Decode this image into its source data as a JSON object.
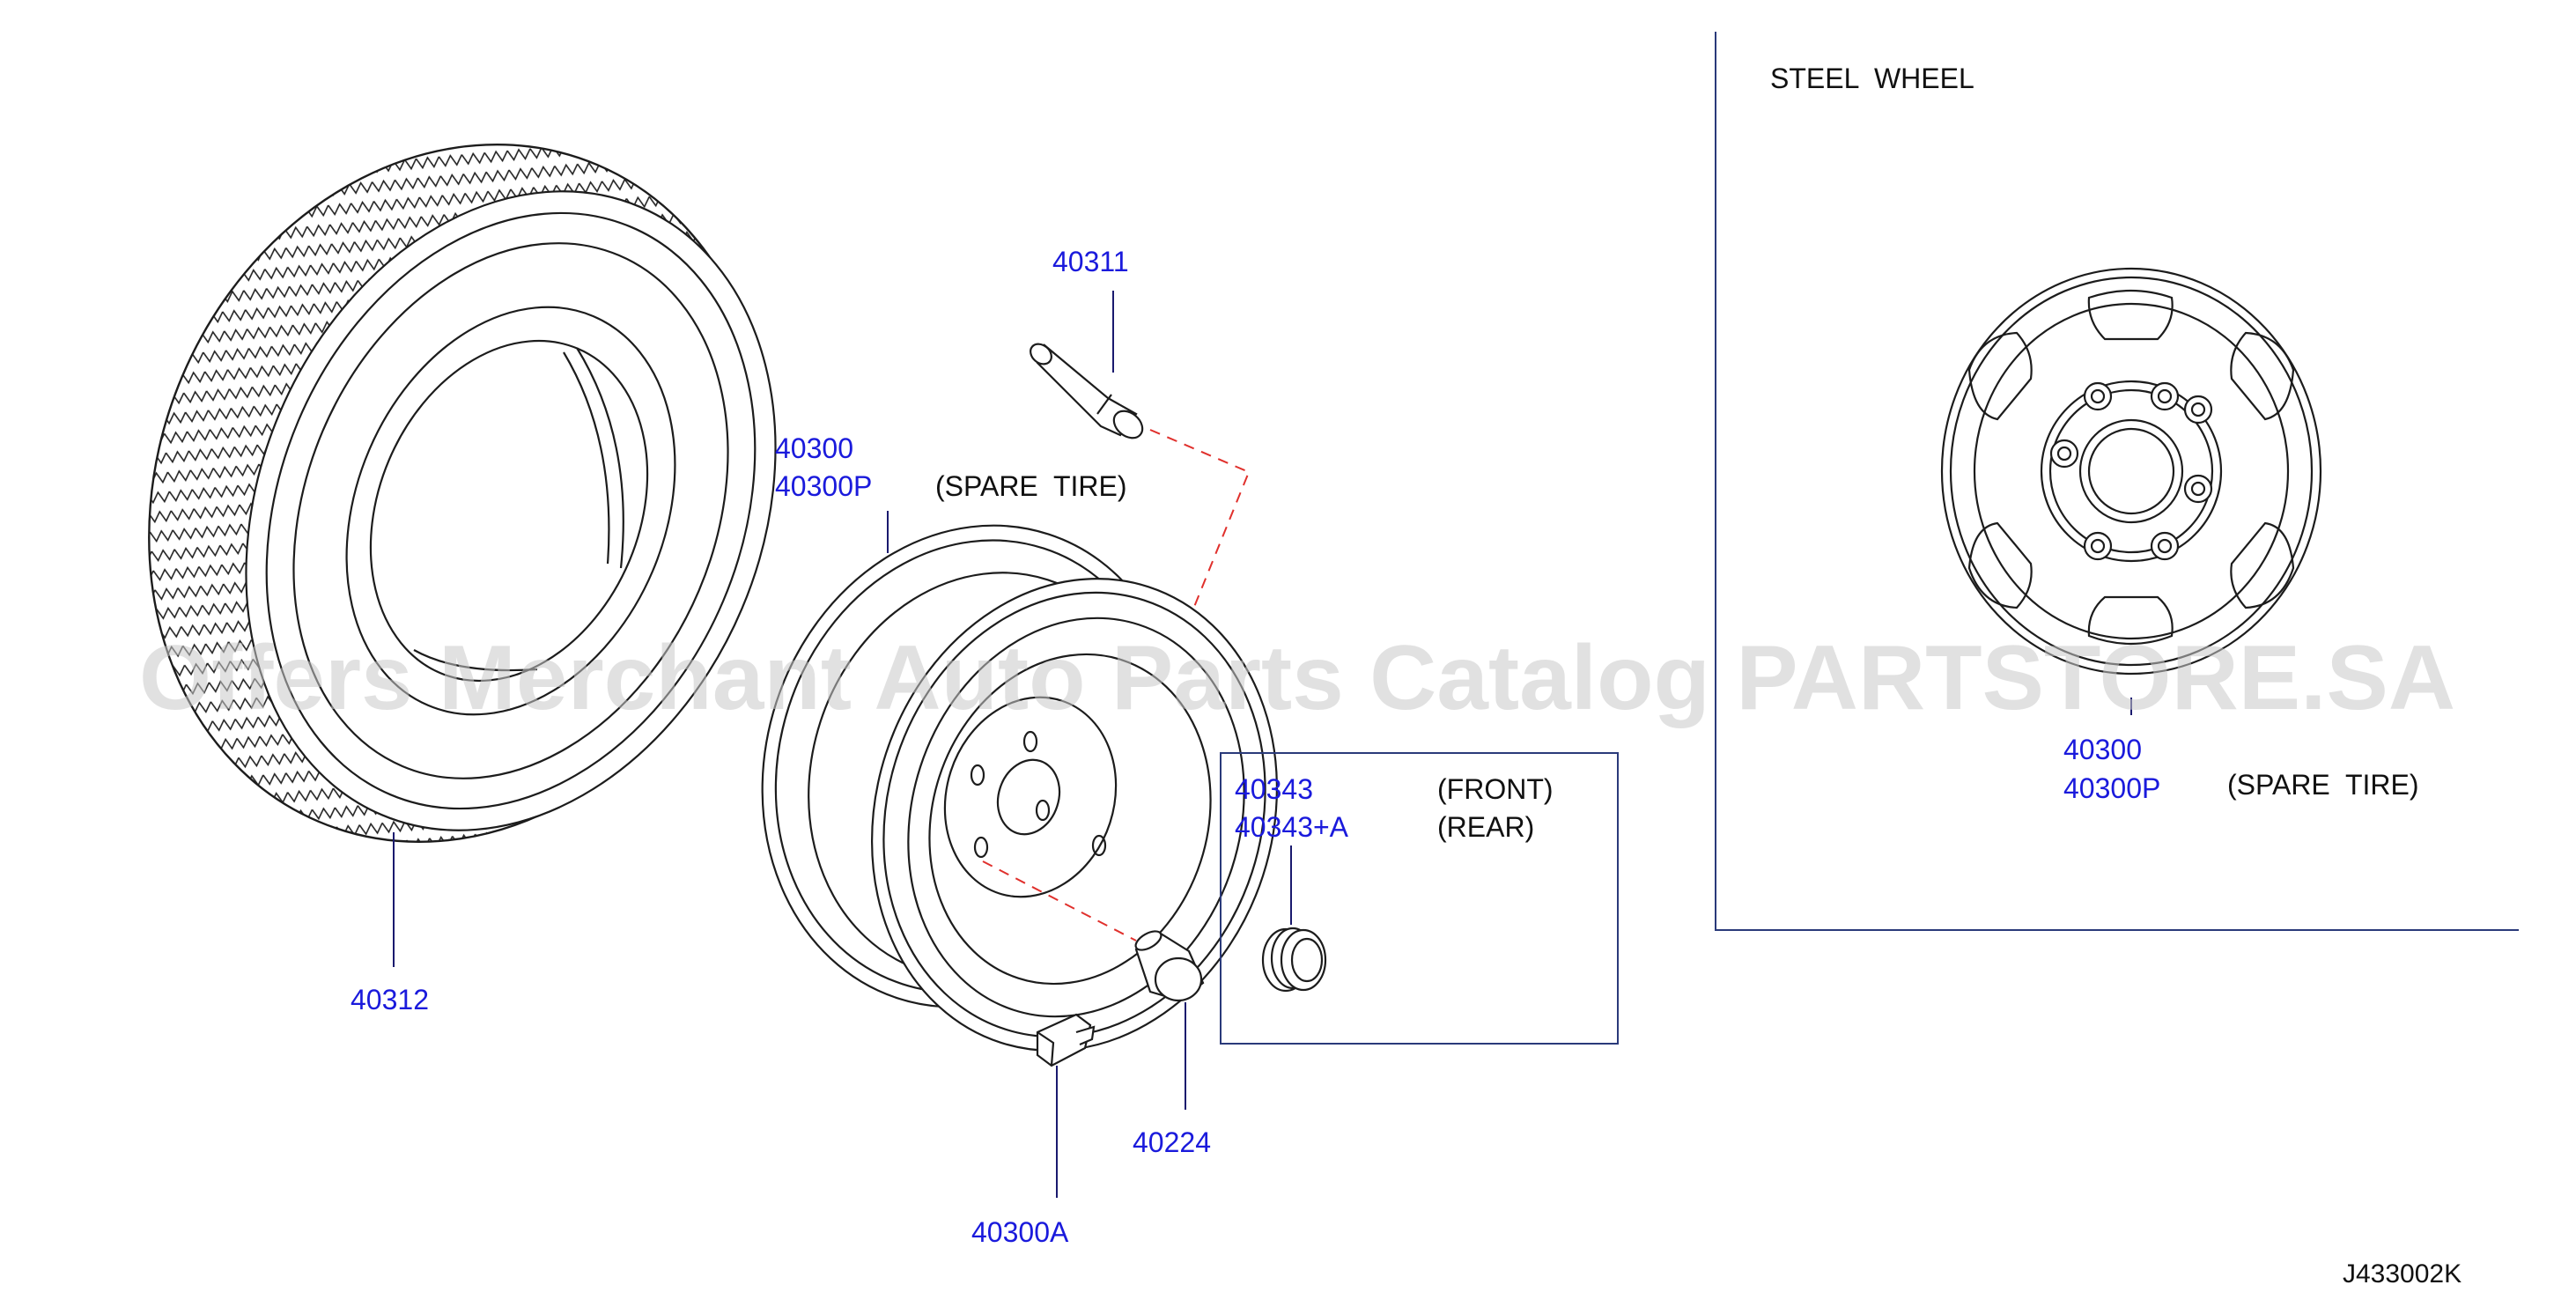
{
  "diagram": {
    "code": "J433002K",
    "watermark": "Offers Merchant Auto Parts Catalog PARTSTORE.SA",
    "steel_wheel_title": "STEEL  WHEEL"
  },
  "parts": {
    "tire": {
      "number": "40312"
    },
    "valve": {
      "number": "40311"
    },
    "spare_wheel": {
      "number": "40300",
      "number_p": "40300P",
      "note": "(SPARE  TIRE)"
    },
    "nut": {
      "number": "40224"
    },
    "weight": {
      "number": "40300A"
    },
    "cap": {
      "number_front": "40343",
      "number_rear": "40343+A",
      "front_note": "(FRONT)",
      "rear_note": "(REAR)"
    },
    "steel_wheel": {
      "number": "40300",
      "number_p": "40300P",
      "note": "(SPARE  TIRE)"
    }
  },
  "colors": {
    "part_number": "#1a1adc",
    "lines": "#1c1c1c",
    "dashed_guide": "#e0302c",
    "box": "#2a3a7a"
  }
}
